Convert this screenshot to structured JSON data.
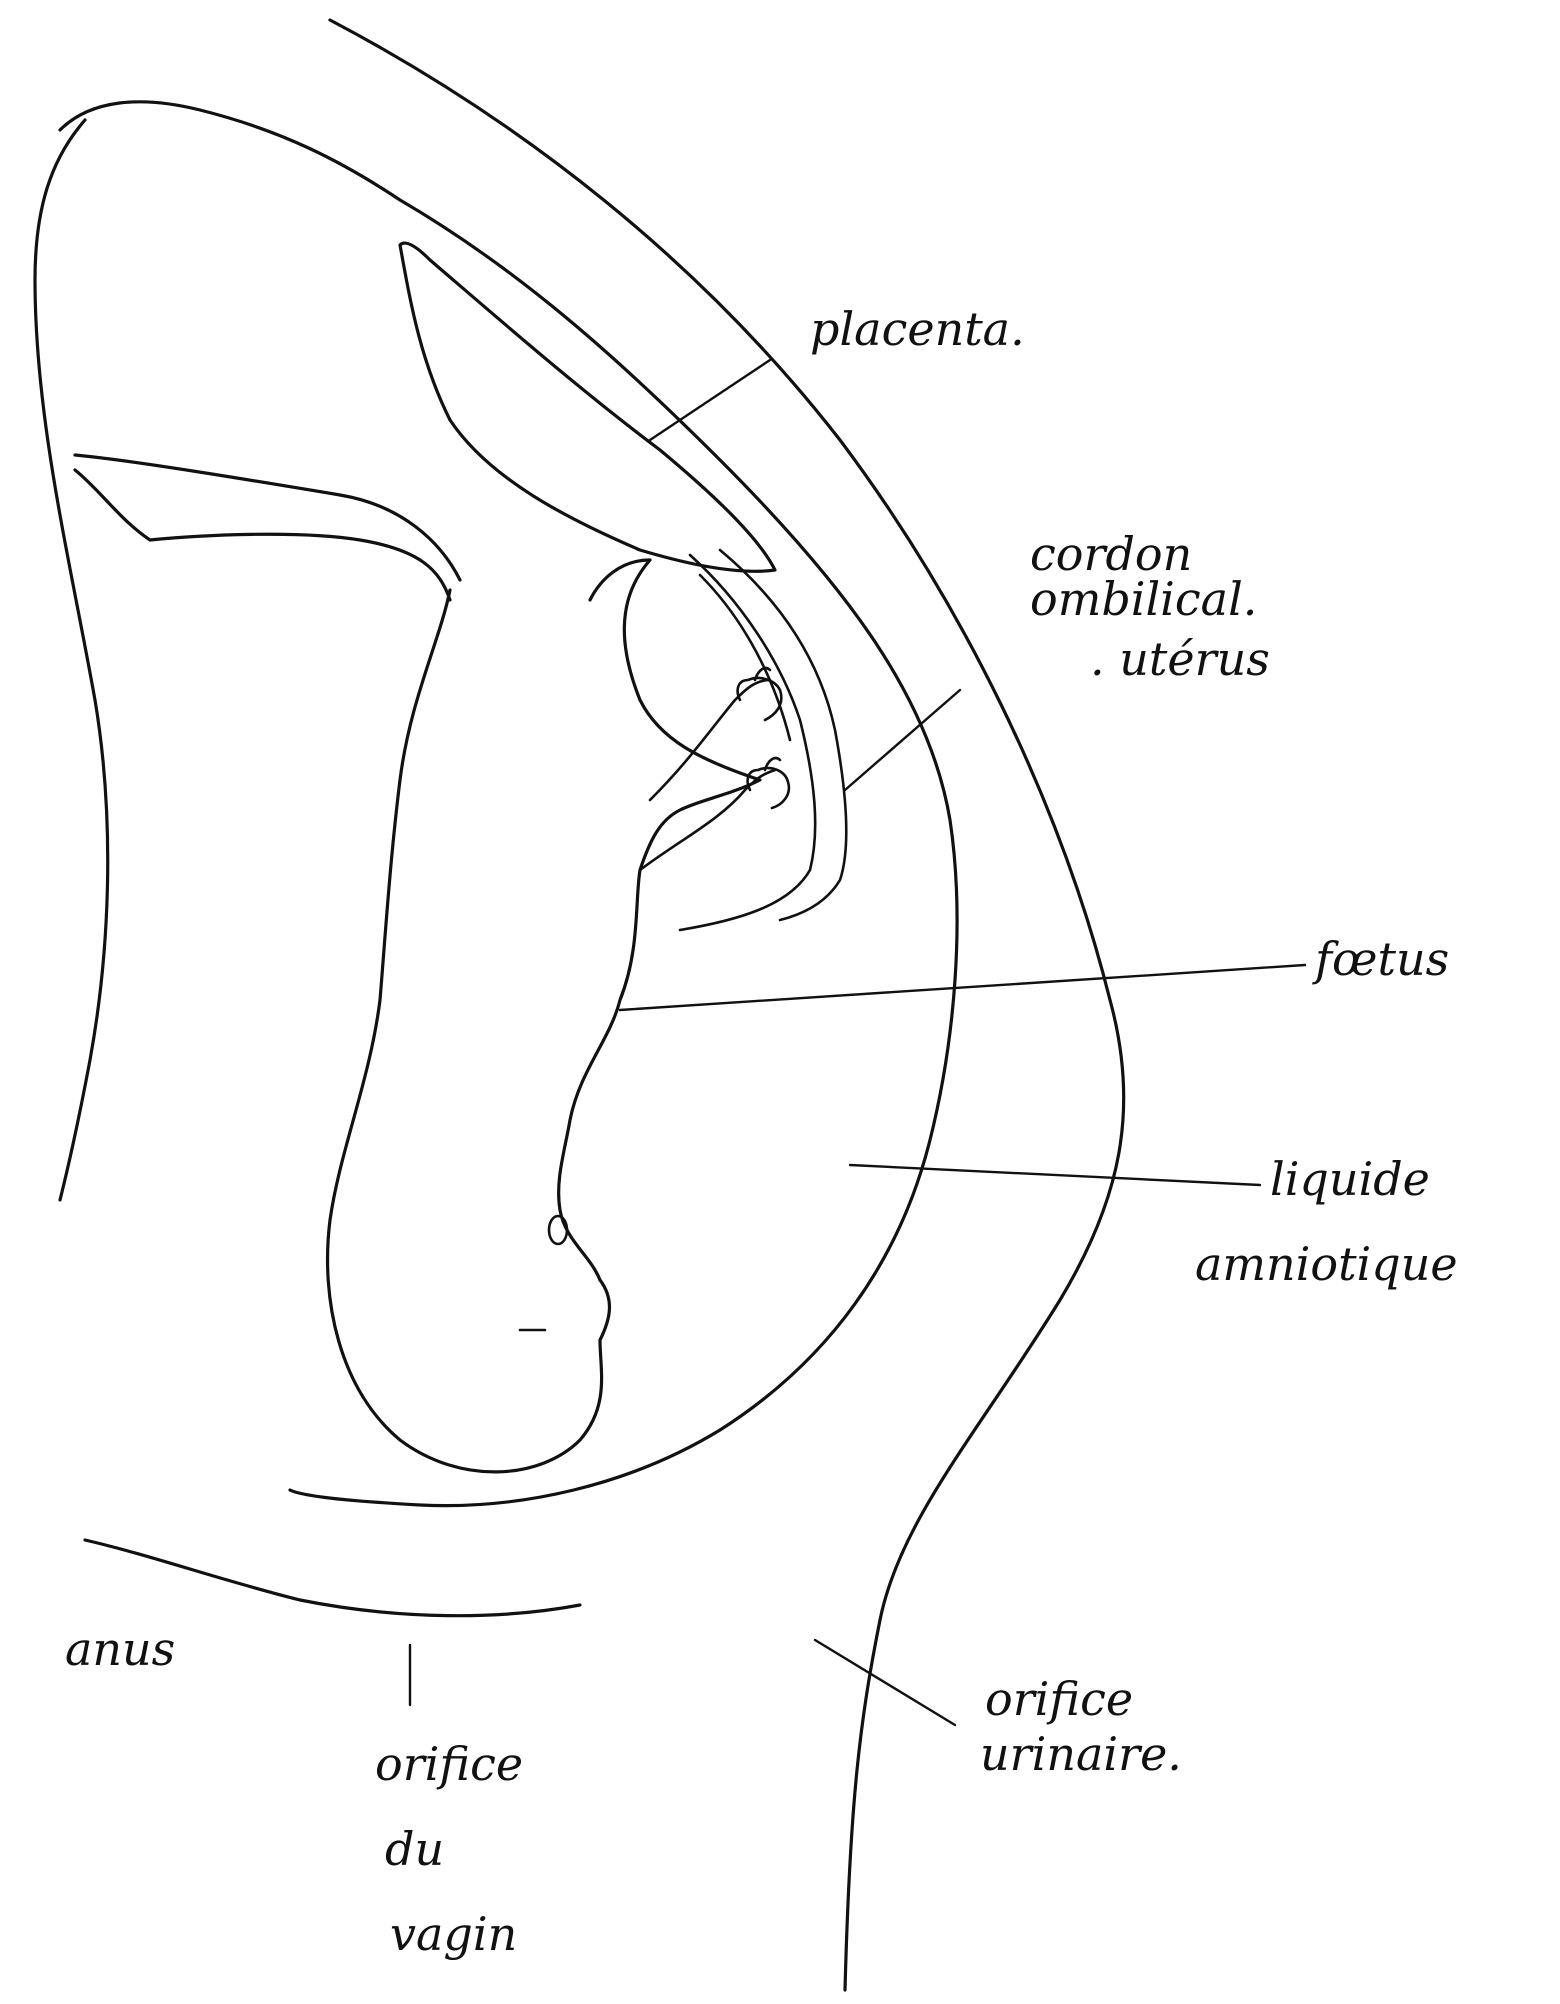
{
  "labels": {
    "placenta": "placenta.",
    "cordon_line1": "cordon",
    "cordon_line2": "ombilical.",
    "uterus": ". utérus",
    "foetus": "fœtus",
    "liquide_line1": "liquide",
    "liquide_line2": "amniotique",
    "anus": "anus",
    "vagin_line1": "orifice",
    "vagin_line2": "du",
    "vagin_line3": "vagin",
    "uretre_line1": "orifice",
    "uretre_line2": "urinaire."
  },
  "colors": {
    "ink": "#111111",
    "paper": "#ffffff"
  }
}
